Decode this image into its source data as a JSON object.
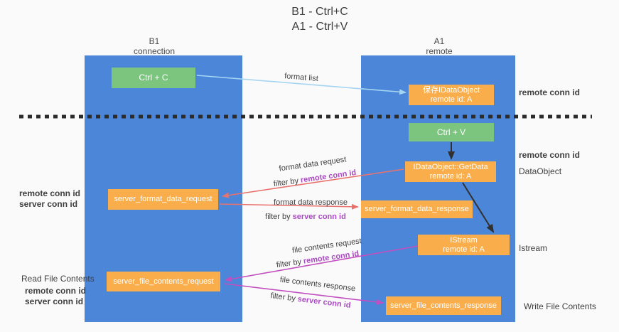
{
  "title": {
    "line1": "B1 - Ctrl+C",
    "line2": "A1 - Ctrl+V"
  },
  "columns": {
    "left": {
      "name": "B1",
      "role": "connection"
    },
    "right": {
      "name": "A1",
      "role": "remote"
    }
  },
  "nodes": {
    "ctrl_c": {
      "label": "Ctrl + C"
    },
    "ctrl_v": {
      "label": "Ctrl + V"
    },
    "save_idataobject": {
      "line1": "保存IDataObject",
      "line2": "remote id: A"
    },
    "getdata": {
      "line1": "IDataObject::GetData",
      "line2": "remote id: A"
    },
    "istream": {
      "line1": "IStream",
      "line2": "remote id: A"
    },
    "format_request": {
      "label": "server_format_data_request"
    },
    "format_response": {
      "label": "server_format_data_response"
    },
    "file_request": {
      "label": "server_file_contents_request"
    },
    "file_response": {
      "label": "server_file_contents_response"
    }
  },
  "edge_labels": {
    "format_list": "format list",
    "format_data_request": "format data request",
    "format_data_response": "format data response",
    "file_contents_request": "file contents request",
    "file_contents_response": "file contents response",
    "filter_by": "filter by",
    "remote_conn_id": "remote conn id",
    "server_conn_id": "server conn id"
  },
  "side_labels": {
    "left_format": {
      "remote": "remote conn id",
      "server": "server conn id"
    },
    "left_file": {
      "title": "Read File Contents",
      "remote": "remote conn id",
      "server": "server conn id"
    },
    "right_top_remote": "remote conn id",
    "right_mid_remote": "remote conn id",
    "dataobject": "DataObject",
    "istream": "Istream",
    "write_file_contents": "Write File Contents"
  },
  "colors": {
    "background": "#fafafa",
    "column_blue": "#4b86d9",
    "node_green": "#7cc57f",
    "node_orange": "#f9ae4b",
    "arrow_light_blue": "#a5d5f2",
    "arrow_black": "#303030",
    "arrow_salmon": "#e8736e",
    "arrow_magenta": "#c24fbf",
    "label_purple": "#ab4bc3",
    "label_green": "#58b768",
    "text_dark": "#3f3f3f"
  }
}
